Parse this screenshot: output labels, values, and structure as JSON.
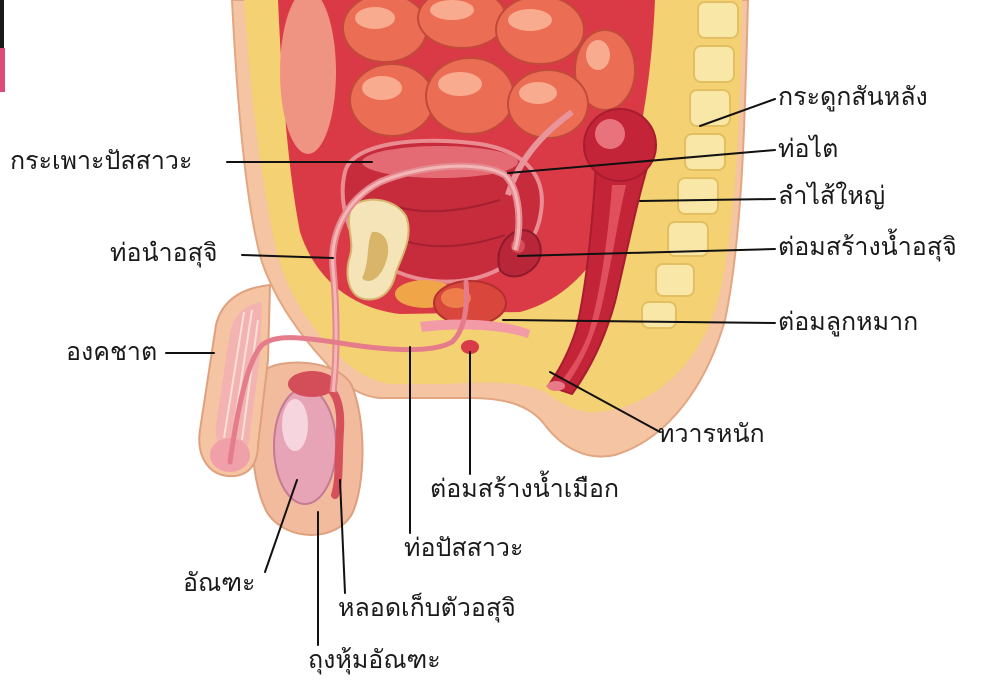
{
  "labels": {
    "bladder": "กระเพาะปัสสาวะ",
    "vas_deferens": "ท่อนำอสุจิ",
    "penis": "องคชาต",
    "testis": "อัณฑะ",
    "scrotum": "ถุงหุ้มอัณฑะ",
    "epididymis": "หลอดเก็บตัวอสุจิ",
    "urethra": "ท่อปัสสาวะ",
    "cowper_gland": "ต่อมสร้างน้ำเมือก",
    "anus": "ทวารหนัก",
    "prostate": "ต่อมลูกหมาก",
    "seminal_vesicle": "ต่อมสร้างน้ำอสุจิ",
    "large_intestine": "ลำไส้ใหญ่",
    "ureter": "ท่อไต",
    "spine": "กระดูกสันหลัง"
  },
  "colors": {
    "background": "#ffffff",
    "label_text": "#1a1a1a",
    "leader_line": "#111111",
    "skin": "#f5c4a2",
    "fat": "#f4d173",
    "body_cavity": "#d93a45",
    "intestine": "#eb6e54",
    "bladder": "#c72c3d",
    "rectum": "#c32437",
    "testis": "#e6a4b6",
    "spine": "#f9e7a8"
  }
}
